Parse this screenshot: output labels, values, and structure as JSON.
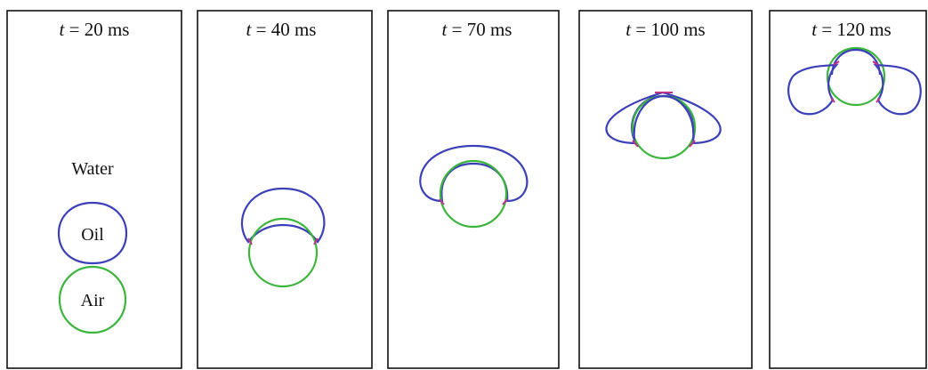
{
  "panels": [
    {
      "time_label": "t = 20 ms"
    },
    {
      "time_label": "t = 40 ms"
    },
    {
      "time_label": "t = 70 ms"
    },
    {
      "time_label": "t = 100 ms"
    },
    {
      "time_label": "t = 120 ms"
    }
  ],
  "labels": {
    "water": "Water",
    "oil": "Oil",
    "air": "Air"
  },
  "colors": {
    "oil_interface": "#3b3fb8",
    "air_interface": "#3cb53c",
    "triple_line": "#c0308a",
    "frame": "#111111"
  }
}
